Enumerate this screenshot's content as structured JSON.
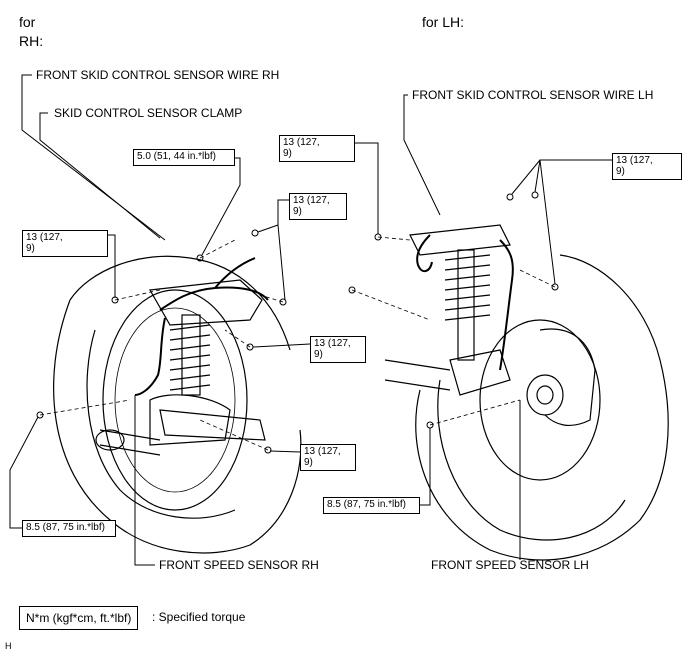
{
  "headers": {
    "rh_line1": "for",
    "rh_line2": "RH:",
    "lh": "for LH:"
  },
  "labels": {
    "wire_rh": "FRONT SKID CONTROL SENSOR WIRE RH",
    "clamp": "SKID CONTROL SENSOR CLAMP",
    "wire_lh": "FRONT SKID CONTROL SENSOR WIRE LH",
    "sensor_rh": "FRONT SPEED SENSOR RH",
    "sensor_lh": "FRONT SPEED SENSOR LH"
  },
  "torques": {
    "clamp_bolt": "5.0 (51, 44 in.*lbf)",
    "rh_upper_right_line1": "13 (127,",
    "rh_upper_right_line2": "9)",
    "rh_left_line1": "13 (127,",
    "rh_left_line2": "9)",
    "rh_mid_line1": "13 (127,",
    "rh_mid_line2": "9)",
    "rh_lower_line1": "13 (127,",
    "rh_lower_line2": "9)",
    "rh_sensor_bolt": "8.5 (87, 75 in.*lbf)",
    "lh_upper_left_line1": "13 (127,",
    "lh_upper_left_line2": "9)",
    "lh_upper_right_line1": "13 (127,",
    "lh_upper_right_line2": "9)",
    "lh_sensor_bolt": "8.5 (87, 75 in.*lbf)"
  },
  "legend": {
    "box": "N*m (kgf*cm, ft.*lbf)",
    "text": ": Specified torque"
  },
  "footer": {
    "code": "H"
  }
}
